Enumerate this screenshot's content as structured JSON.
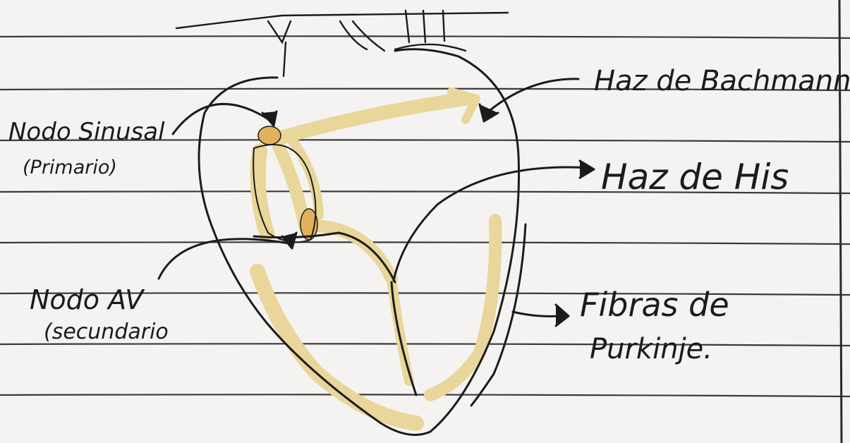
{
  "labels": {
    "sinus_node": "Nodo Sinusal",
    "sinus_node_note": "(Primario)",
    "av_node": "Nodo AV",
    "av_node_note": "(secundario",
    "bachmann": "Haz de Bachmann",
    "his": "Haz de His",
    "purkinje_line1": "Fibras de",
    "purkinje_line2": "Purkinje."
  },
  "colors": {
    "paper": "#f4f3f1",
    "rule_line": "#3a3a3a",
    "ink": "#1b1b1b",
    "conduction_yellow": "#e9d69a",
    "node_orange": "#e2b15c",
    "margin_line": "#2a2a2a"
  }
}
